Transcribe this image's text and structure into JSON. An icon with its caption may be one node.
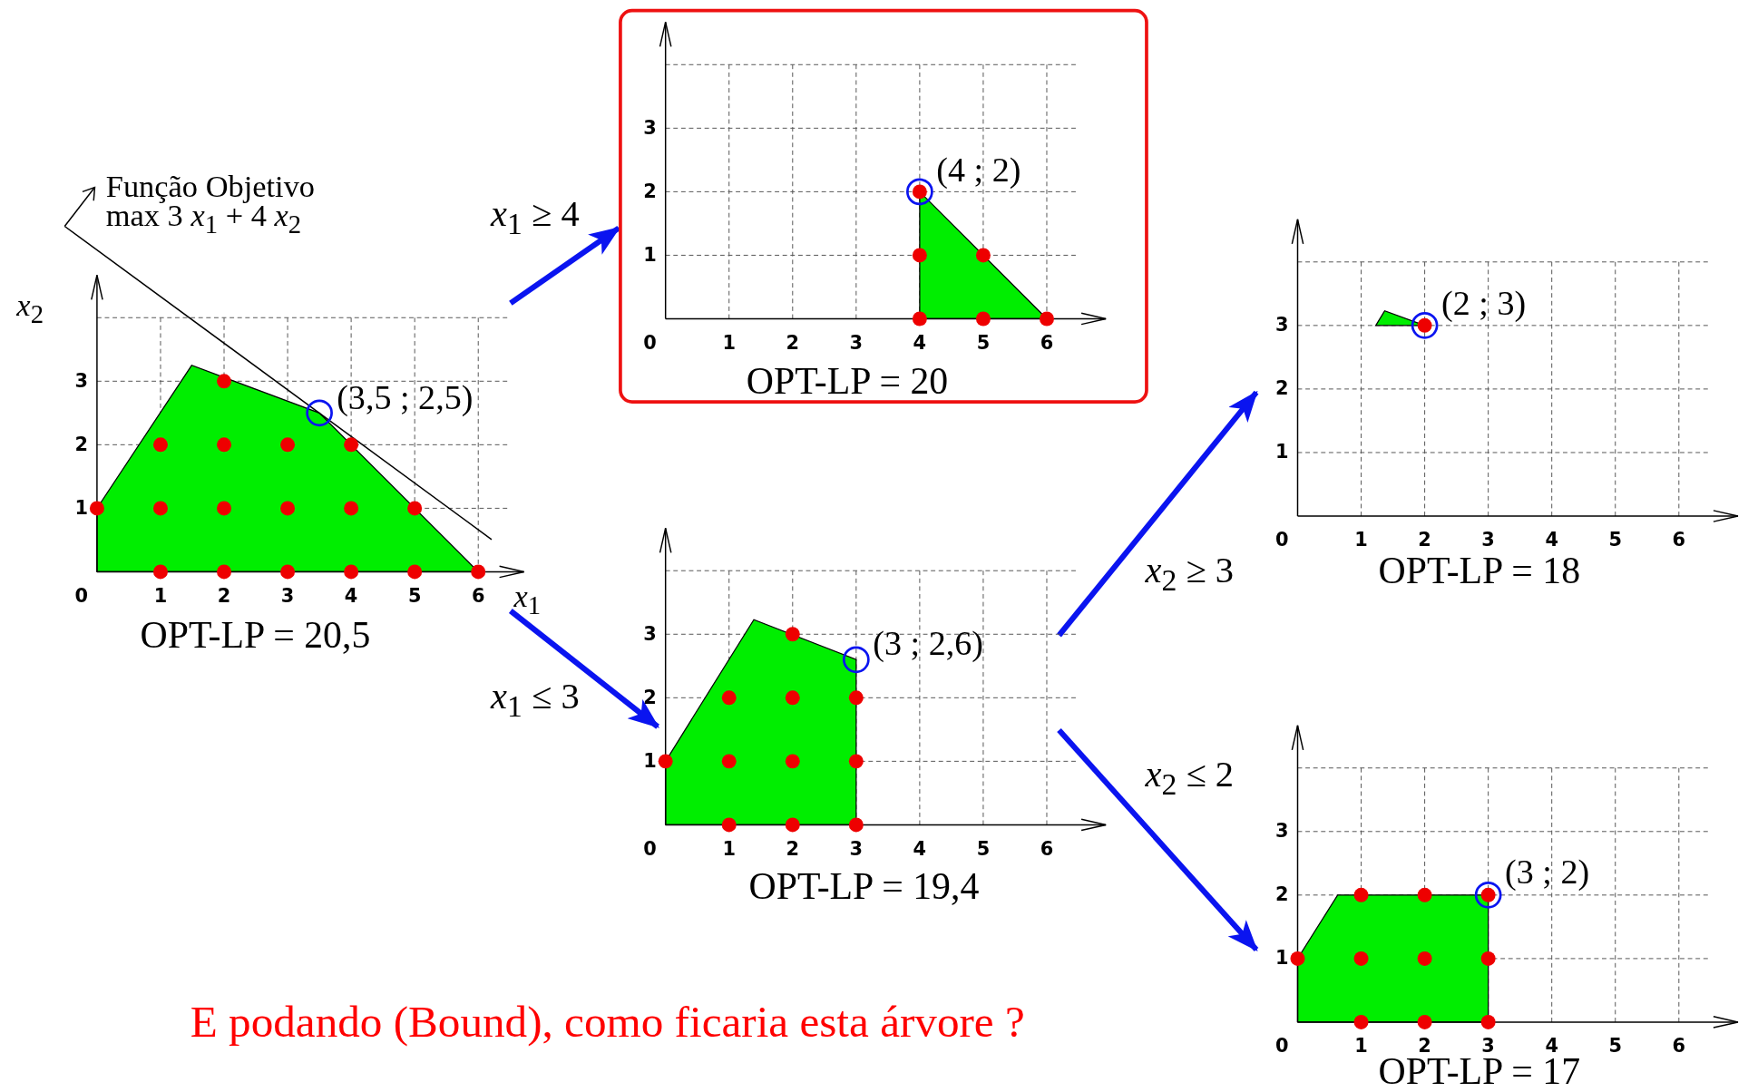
{
  "diagram": {
    "caption": "E podando (Bound), como ficaria esta árvore ?",
    "nodes": [
      {
        "text": [
          "(3,5 ; 2,5)",
          "OPT-LP = 20,5"
        ]
      },
      {
        "text": [],
        "shape": "box"
      },
      {
        "text": [
          "(4 ; 2)",
          "OPT-LP = 20"
        ],
        "in": 1
      },
      {
        "text": [
          "(3 ; 2,6)",
          "OPT-LP = 19,4"
        ]
      },
      {
        "text": [
          "(2 ; 3)",
          "OPT-LP = 18"
        ]
      },
      {
        "text": [
          "(3 ; 2)",
          "OPT-LP = 17"
        ]
      }
    ],
    "edges": [
      {
        "from": 0,
        "to": 1,
        "arrow": "to",
        "label": "*x*$_{1}$ ≥ 4"
      },
      {
        "from": 0,
        "to": 3,
        "arrow": "to",
        "label": "*x*$_{1}$ ≤ 3"
      },
      {
        "from": 3,
        "to": 4,
        "arrow": "to",
        "label": "*x*$_{2}$ ≥ 3"
      },
      {
        "from": 3,
        "to": 5,
        "arrow": "to",
        "label": "*x*$_{2}$ ≤ 2"
      }
    ],
    "labels": [
      "Função Objetivo",
      "max  3 *x*$_{1}$ + 4 *x*$_{2}$",
      "*x*$_{2}$",
      "3",
      "2",
      "1",
      "0",
      "1",
      "2",
      "3",
      "4",
      "5",
      "6",
      "*x*$_{1}$",
      "3",
      "2",
      "1",
      "0",
      "1",
      "2",
      "3",
      "4",
      "5",
      "6",
      "3",
      "2",
      "1",
      "0",
      "1",
      "2",
      "3",
      "4",
      "5",
      "6",
      "3",
      "2",
      "1",
      "0",
      "1",
      "2",
      "3",
      "4",
      "5",
      "6",
      "3",
      "2",
      "1",
      "0",
      "1",
      "2",
      "3",
      "4",
      "5",
      "6"
    ]
  }
}
